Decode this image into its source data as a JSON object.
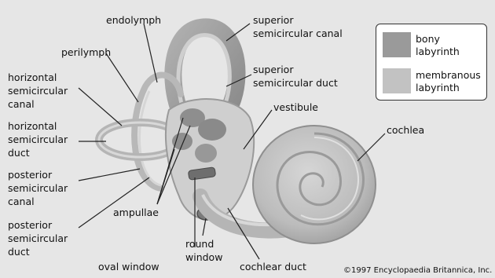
{
  "labels": {
    "endolymph": "endolymph",
    "perilymph": "perilymph",
    "horizontal_canal": "horizontal\nsemicircular\ncanal",
    "horizontal_duct": "horizontal\nsemicircular\nduct",
    "posterior_canal": "posterior\nsemicircular\ncanal",
    "posterior_duct": "posterior\nsemicircular\nduct",
    "superior_canal": "superior\nsemicircular canal",
    "superior_duct": "superior\nsemicircular duct",
    "vestibule": "vestibule",
    "cochlea": "cochlea",
    "ampullae": "ampullae",
    "round_window": "round\nwindow",
    "oval_window": "oval window",
    "cochlear_duct": "cochlear duct"
  },
  "legend": {
    "bony": {
      "label": "bony\nlabyrinth",
      "color": "#9a9a9a"
    },
    "membranous": {
      "label": "membranous\nlabyrinth",
      "color": "#c2c2c2"
    }
  },
  "credit": "©1997 Encyclopaedia Britannica, Inc.",
  "colors": {
    "background": "#e6e6e6",
    "bony": "#9a9a9a",
    "membranous": "#c2c2c2",
    "leader": "#222222"
  }
}
